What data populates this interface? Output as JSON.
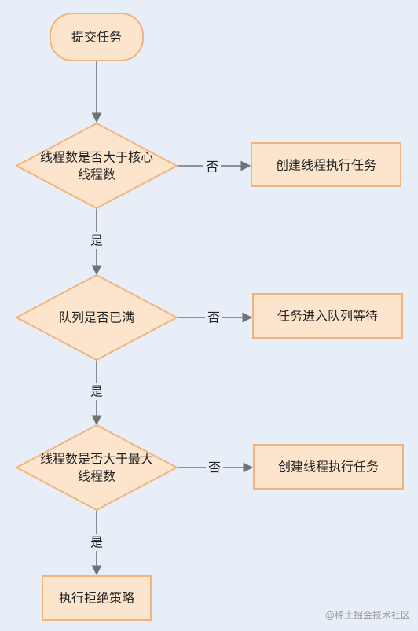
{
  "colors": {
    "background": "#e8eef8",
    "node_fill": "#fde5cd",
    "node_stroke": "#f2b37c",
    "edge": "#6d7378",
    "text": "#222222"
  },
  "nodes": {
    "start": "提交任务",
    "decision1": [
      "线程数是否大于核心",
      "线程数"
    ],
    "action1": "创建线程执行任务",
    "decision2": "队列是否已满",
    "action2": "任务进入队列等待",
    "decision3": [
      "线程数是否大于最大",
      "线程数"
    ],
    "action3": "创建线程执行任务",
    "end": "执行拒绝策略"
  },
  "edges": {
    "no1": "否",
    "yes1": "是",
    "no2": "否",
    "yes2": "是",
    "no3": "否",
    "yes3": "是"
  },
  "watermark": "@稀土掘金技术社区"
}
